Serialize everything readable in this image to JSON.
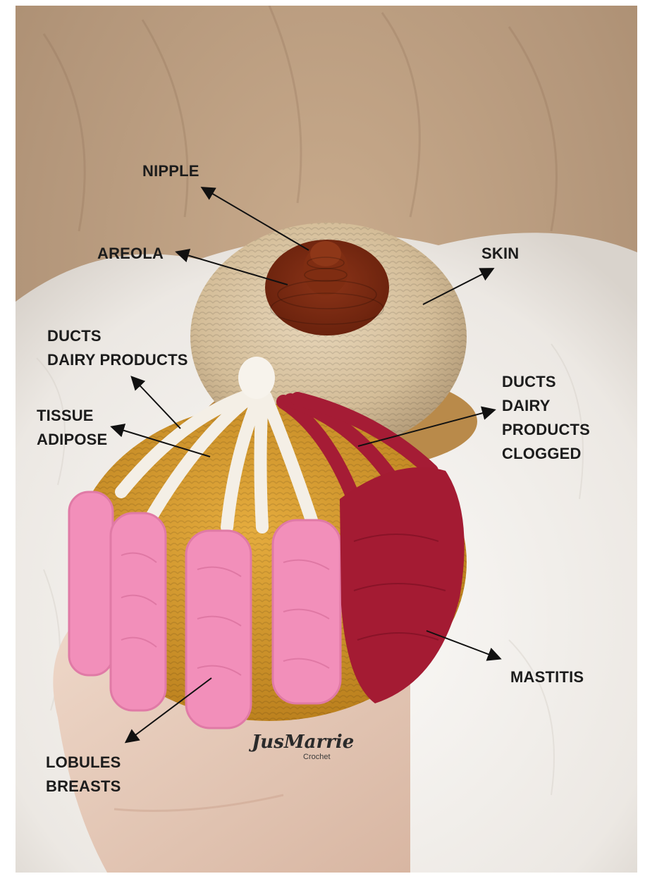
{
  "labels": {
    "nipple": "NIPPLE",
    "areola": "AREOLA",
    "skin": "SKIN",
    "ducts_dairy": [
      "DUCTS",
      "DAIRY PRODUCTS"
    ],
    "tissue_adipose": [
      "TISSUE",
      "ADIPOSE"
    ],
    "ducts_clogged": [
      "DUCTS",
      "DAIRY",
      "PRODUCTS",
      "CLOGGED"
    ],
    "mastitis": "MASTITIS",
    "lobules_breasts": [
      "LOBULES",
      "BREASTS"
    ]
  },
  "watermark": {
    "text": "JusMarrie",
    "sub": "Crochet"
  },
  "colors": {
    "fur_top": "#b89a7c",
    "fur_bottom": "#eeeae6",
    "yarn_beige": "#d8c3a2",
    "areola_brown": "#7b2a12",
    "mustard": "#d79a2e",
    "white_yarn": "#f6f1e8",
    "pink": "#f08cb8",
    "crimson": "#a41b33",
    "skin_hand": "#e9cdbd"
  }
}
